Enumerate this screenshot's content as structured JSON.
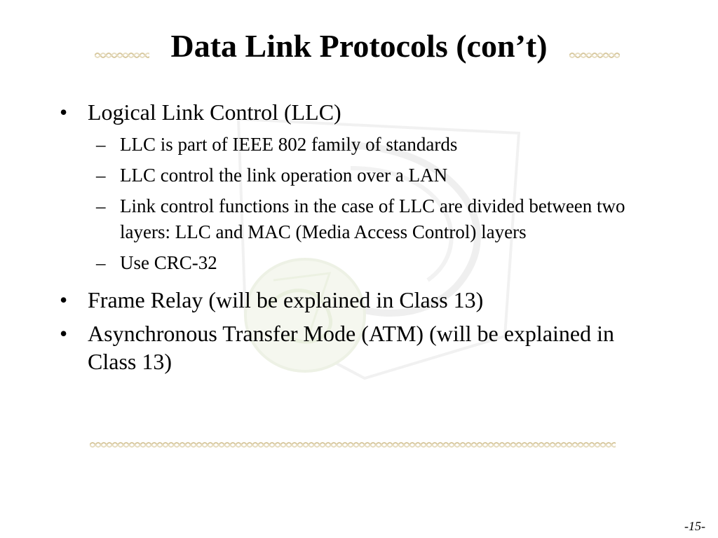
{
  "slide": {
    "title": "Data Link Protocols (con’t)",
    "page_number": "-15-",
    "bullets": [
      {
        "marker": "•",
        "text": "Logical Link Control (LLC)",
        "sub": [
          {
            "marker": "–",
            "text": "LLC is part of IEEE 802 family of standards"
          },
          {
            "marker": "–",
            "text": "LLC control the link operation over a LAN"
          },
          {
            "marker": "–",
            "text": "Link control functions in the case of LLC are divided between two layers: LLC and MAC (Media Access Control) layers"
          },
          {
            "marker": "–",
            "text": "Use CRC-32"
          }
        ]
      },
      {
        "marker": "•",
        "text": "Frame Relay (will be explained in Class 13)"
      },
      {
        "marker": "•",
        "text": "Asynchronous Transfer Mode (ATM) (will be explained in Class 13)"
      }
    ]
  },
  "decor": {
    "rope_color": "#d8c9a0",
    "watermark_color": "#cfd8b8",
    "watermark_icon": "globe-and-swoosh-watermark-icon"
  }
}
